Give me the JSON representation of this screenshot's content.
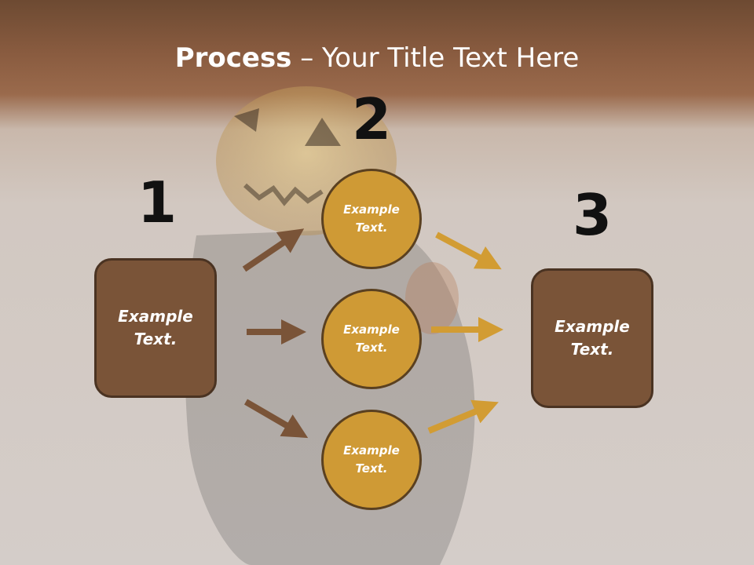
{
  "title": {
    "bold": "Process",
    "rest": " – Your Title Text Here"
  },
  "steps": {
    "one": "1",
    "two": "2",
    "three": "3"
  },
  "left_box": {
    "line1": "Example",
    "line2": "Text."
  },
  "right_box": {
    "line1": "Example",
    "line2": "Text."
  },
  "circles": [
    {
      "line1": "Example",
      "line2": "Text."
    },
    {
      "line1": "Example",
      "line2": "Text."
    },
    {
      "line1": "Example",
      "line2": "Text."
    }
  ],
  "colors": {
    "box_fill": "#7a5438",
    "circle_fill": "#cf9a35",
    "left_arrow": "#7a5438",
    "right_arrow": "#d29c33"
  }
}
